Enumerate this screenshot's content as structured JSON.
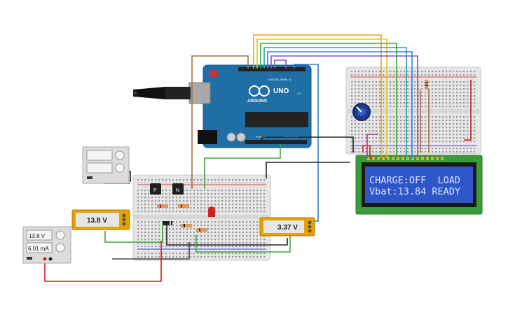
{
  "arduino": {
    "brand": "ARDUINO",
    "model": "UNO",
    "digital_label": "DIGITAL (PWM ~)",
    "power_label": "POWER",
    "analog_label": "ANALOG IN",
    "on_label": "ON"
  },
  "lcd": {
    "line1": "CHARGE:OFF  LOAD",
    "line2": "Vbat:13.84 READY"
  },
  "meters": {
    "battery_voltage": "13.8 V",
    "sense_voltage": "3.37 V"
  },
  "power_supply": {
    "voltage": "13.8 V",
    "current": "6.01 mA"
  },
  "transistors": {
    "p_label": "P",
    "n_label": "N"
  },
  "colors": {
    "board_blue": "#1f6fa6",
    "lcd_green": "#3a9b3a",
    "lcd_screen": "#2f56c8",
    "meter_gold": "#e8a200",
    "breadboard": "#e6e6e6"
  }
}
